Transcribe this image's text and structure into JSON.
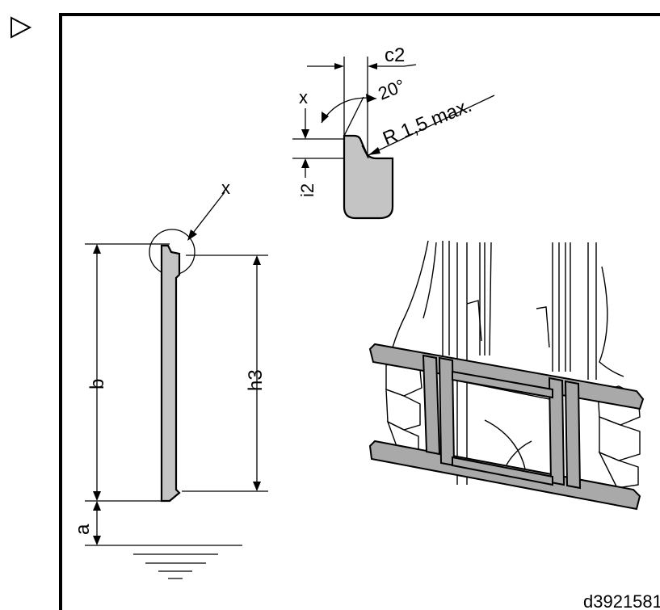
{
  "marker": {
    "icon": "play-outline-icon"
  },
  "labels": {
    "c2": "c2",
    "x_detail": "x",
    "angle": "20°",
    "radius": "R 1,5 max.",
    "i2": "i2",
    "x_callout": "x",
    "b": "b",
    "h3": "h3",
    "a": "a"
  },
  "figure_id": "d3921581"
}
